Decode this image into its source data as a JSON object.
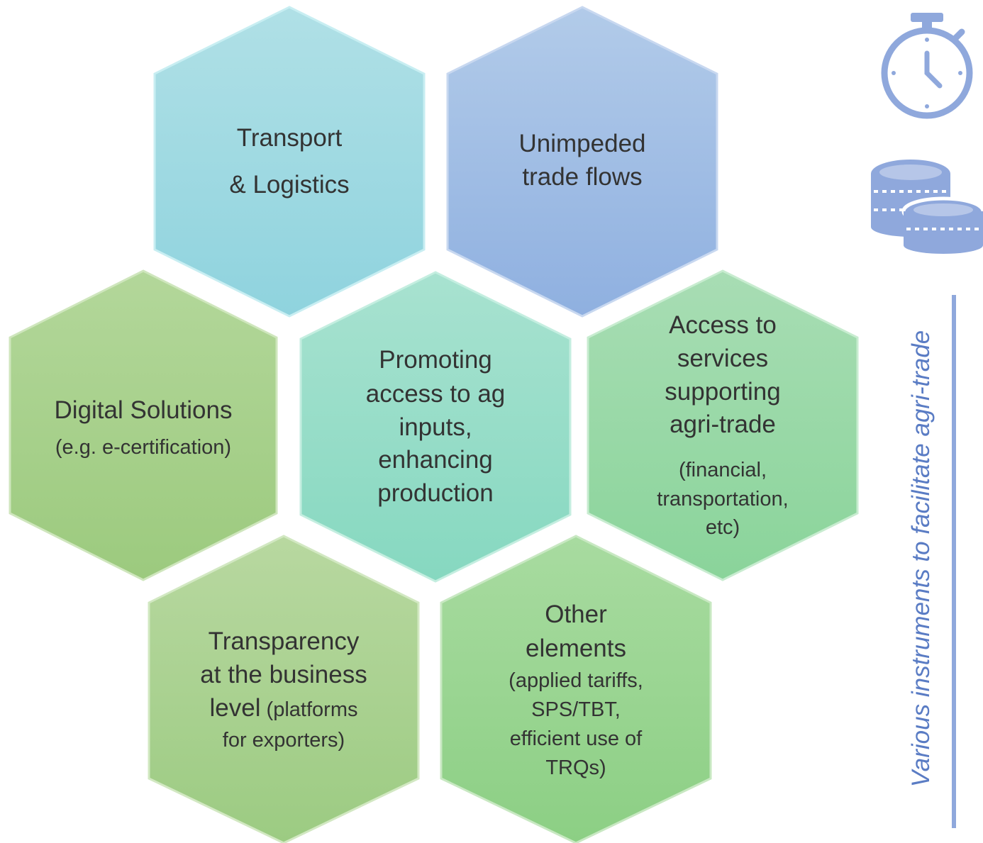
{
  "hexagons": {
    "transport": {
      "line1": "Transport",
      "line2": "& Logistics",
      "color_top": "#b0e0e6",
      "color_bottom": "#8fd3de"
    },
    "trade_flows": {
      "line1": "Unimpeded",
      "line2": "trade flows",
      "color_top": "#b2cbe9",
      "color_bottom": "#8fb0e0"
    },
    "digital": {
      "line1": "Digital Solutions",
      "line2": "(e.g. e-certification)",
      "color_top": "#b3d79a",
      "color_bottom": "#9cca7e"
    },
    "promoting": {
      "line1": "Promoting",
      "line2": "access to ag",
      "line3": "inputs,",
      "line4": "enhancing",
      "line5": "production",
      "color_top": "#a8e2d0",
      "color_bottom": "#86d8c0"
    },
    "services": {
      "line1": "Access to",
      "line2": "services",
      "line3": "supporting",
      "line4": "agri-trade",
      "line5": "(financial,",
      "line6": "transportation,",
      "line7": "etc)",
      "color_top": "#a8ddb4",
      "color_bottom": "#8ad49a"
    },
    "transparency": {
      "line1": "Transparency",
      "line2": "at the business",
      "line3": "level",
      "line3b": " (platforms",
      "line4": "for exporters)",
      "color_top": "#b8d8a0",
      "color_bottom": "#9ccb82"
    },
    "other": {
      "line1": "Other",
      "line2": "elements",
      "line3": "(applied tariffs,",
      "line4": "SPS/TBT,",
      "line5": "efficient use of",
      "line6": "TRQs)",
      "color_top": "#a8dba0",
      "color_bottom": "#8ccf84"
    }
  },
  "side": {
    "label": "Various instruments to facilitate agri-trade",
    "accent": "#8fa8dc"
  },
  "icons": {
    "timer": "stopwatch-icon",
    "coins": "coins-icon"
  }
}
